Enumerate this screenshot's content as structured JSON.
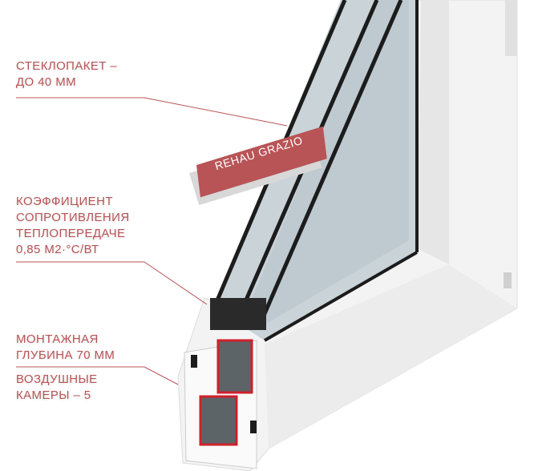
{
  "labels": {
    "glass_unit": [
      "СТЕКЛОПАКЕТ –",
      "ДО 40 ММ"
    ],
    "heat_resistance": [
      "КОЭФФИЦИЕНТ",
      "СОПРОТИВЛЕНИЯ",
      "ТЕПЛОПЕРЕДАЧЕ",
      "0,85 М2·°С/ВТ"
    ],
    "mounting_depth": [
      "МОНТАЖНАЯ",
      "ГЛУБИНА 70 ММ"
    ],
    "air_chambers": [
      "ВОЗДУШНЫЕ",
      "КАМЕРЫ – 5"
    ]
  },
  "badge": {
    "text": "REHAU GRAZIO"
  },
  "colors": {
    "accent": "#b85456",
    "glass": "#c9d3d8",
    "frame": "#f4f4f4"
  }
}
